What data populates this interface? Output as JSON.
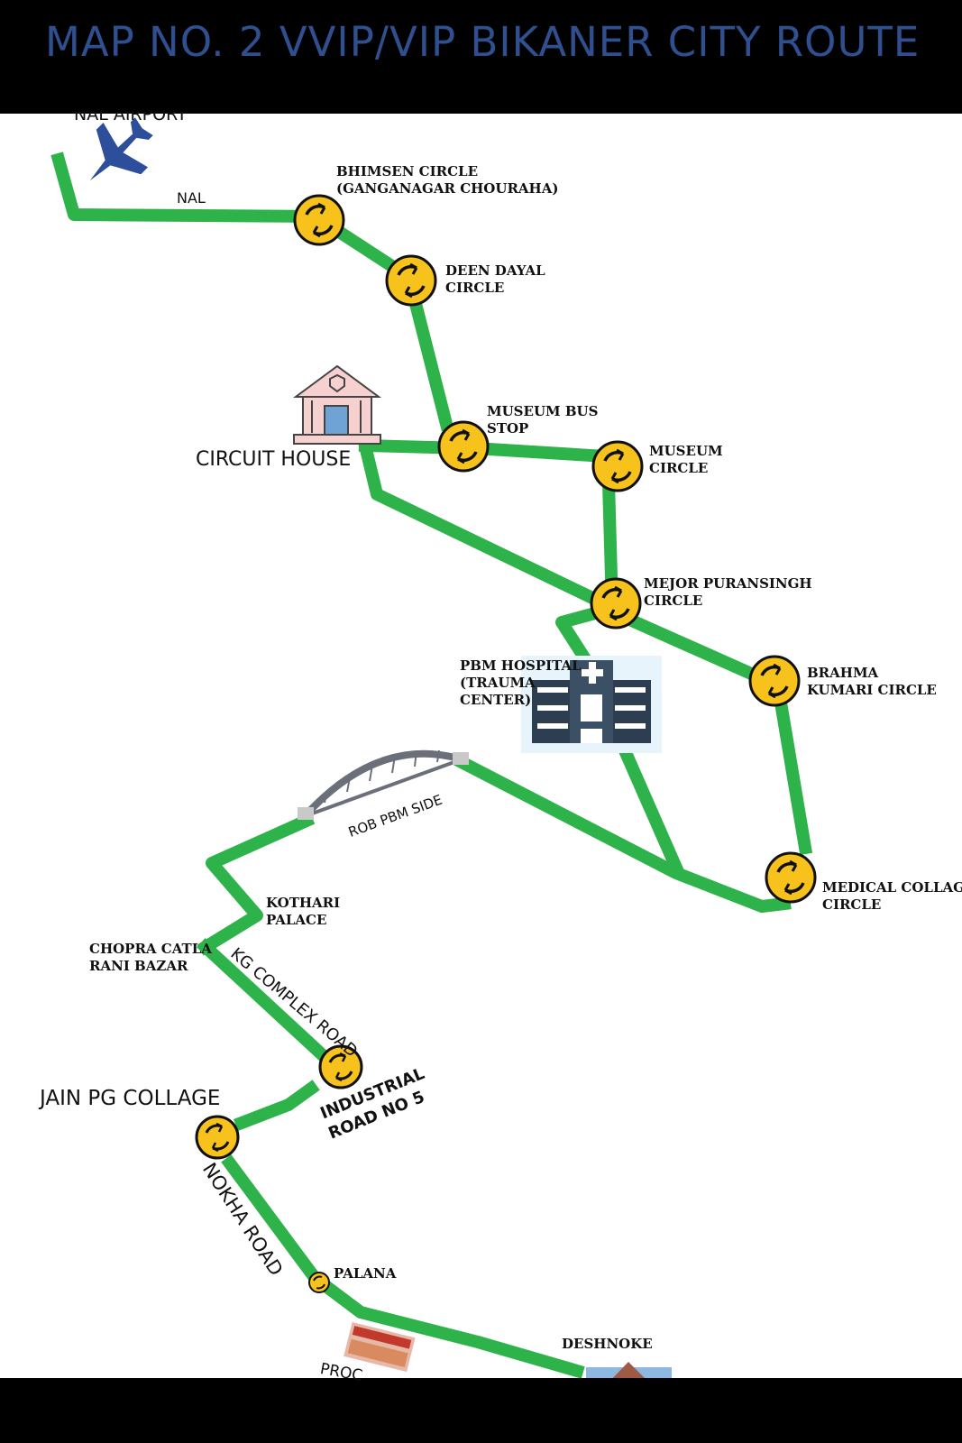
{
  "header": {
    "title": "MAP NO. 2 VVIP/VIP BIKANER CITY ROUTE"
  },
  "colors": {
    "route": "#2eb34a",
    "circle_fill": "#f7c21c",
    "title": "#2f4f8f",
    "airplane": "#2d4e9a"
  },
  "places": {
    "airport": "NAL AIRPORT",
    "nal": "NAL",
    "bhimsen": "BHIMSEN CIRCLE\n(GANGANAGAR CHOURAHA)",
    "deen_dayal": "DEEN DAYAL\nCIRCLE",
    "circuit_house": "CIRCUIT HOUSE",
    "museum_bus_stop": "MUSEUM BUS\nSTOP",
    "museum_circle": "MUSEUM\nCIRCLE",
    "mejor_puransingh": "MEJOR PURANSINGH\nCIRCLE",
    "pbm_hospital": "PBM HOSPITAL\n(TRAUMA\nCENTER)",
    "brahma_kumari": "BRAHMA\nKUMARI CIRCLE",
    "medical_collage": "MEDICAL COLLAGE\nCIRCLE",
    "kothari_palace": "KOTHARI\nPALACE",
    "chopra_catla": "CHOPRA CATLA\nRANI BAZAR",
    "jain_pg": "JAIN PG COLLAGE",
    "palana": "PALANA",
    "deshnoke": "DESHNOKE"
  },
  "roads": {
    "rob": "ROB PBM SIDE",
    "kg_complex": "KG COMPLEX ROAD",
    "industrial": "INDUSTRIAL\nROAD NO 5",
    "nokha": "NOKHA ROAD",
    "procession": "PROC"
  },
  "icons": [
    "airplane-icon",
    "roundabout-icon",
    "government-building-icon",
    "hospital-icon",
    "bridge-icon",
    "temple-photo"
  ]
}
